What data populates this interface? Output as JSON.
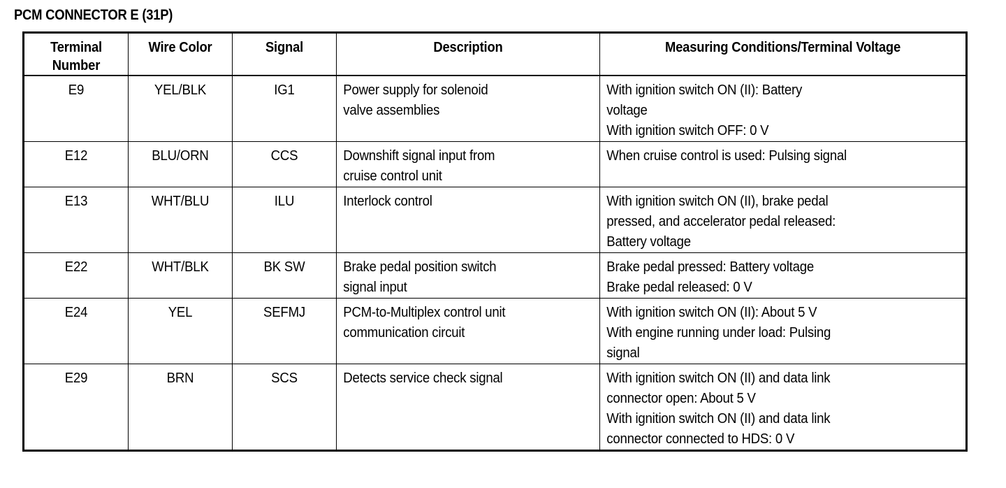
{
  "document": {
    "title": "PCM CONNECTOR E (31P)"
  },
  "table": {
    "headers": {
      "terminal_number": "Terminal\nNumber",
      "wire_color": "Wire Color",
      "signal": "Signal",
      "description": "Description",
      "measuring": "Measuring Conditions/Terminal Voltage"
    },
    "rows": [
      {
        "terminal": "E9",
        "wire_color": "YEL/BLK",
        "signal": "IG1",
        "description": "Power supply for solenoid\nvalve assemblies",
        "measuring": "With ignition switch ON (II): Battery\nvoltage\nWith ignition switch OFF: 0 V"
      },
      {
        "terminal": "E12",
        "wire_color": "BLU/ORN",
        "signal": "CCS",
        "description": "Downshift signal input from\ncruise control unit",
        "measuring": "When cruise control is used: Pulsing signal"
      },
      {
        "terminal": "E13",
        "wire_color": "WHT/BLU",
        "signal": "ILU",
        "description": "Interlock control",
        "measuring": "With ignition switch ON (II), brake pedal\npressed, and accelerator pedal released:\nBattery voltage"
      },
      {
        "terminal": "E22",
        "wire_color": "WHT/BLK",
        "signal": "BK SW",
        "description": "Brake pedal position switch\nsignal input",
        "measuring": "Brake pedal pressed: Battery voltage\nBrake pedal released: 0 V"
      },
      {
        "terminal": "E24",
        "wire_color": "YEL",
        "signal": "SEFMJ",
        "description": "PCM-to-Multiplex control unit\ncommunication circuit",
        "measuring": "With ignition switch ON (II): About 5 V\nWith engine running under load: Pulsing\nsignal"
      },
      {
        "terminal": "E29",
        "wire_color": "BRN",
        "signal": "SCS",
        "description": "Detects service check signal",
        "measuring": "With ignition switch ON (II) and data link\nconnector open: About 5 V\nWith ignition switch ON (II) and data link\nconnector connected to HDS: 0 V"
      }
    ]
  }
}
